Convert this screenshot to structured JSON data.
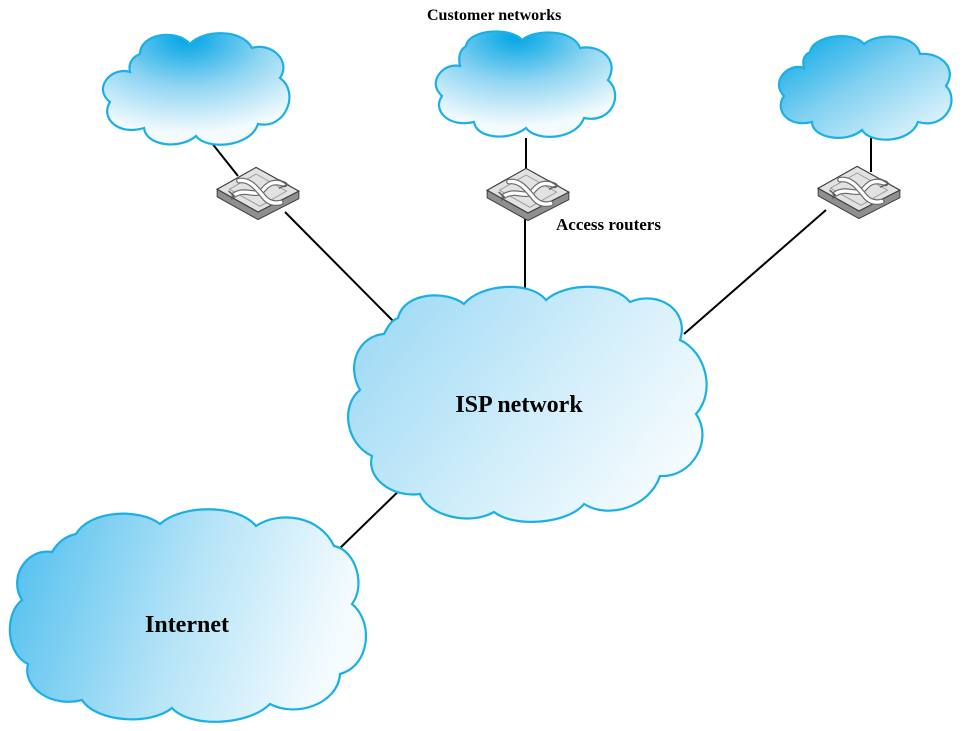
{
  "diagram": {
    "customer_networks_label": "Customer networks",
    "access_routers_label": "Access routers",
    "isp_network_label": "ISP network",
    "internet_label": "Internet"
  },
  "colors": {
    "cloud_outline": "#1ab0e6",
    "cloud_fill_dark": "#5ec2ee",
    "cloud_fill_light": "#f4fbfe",
    "router_body": "#a9a9a9",
    "router_top": "#e4e4e4",
    "link_line": "#000000"
  },
  "icons": {
    "router": "router-icon",
    "cloud": "cloud-icon"
  }
}
